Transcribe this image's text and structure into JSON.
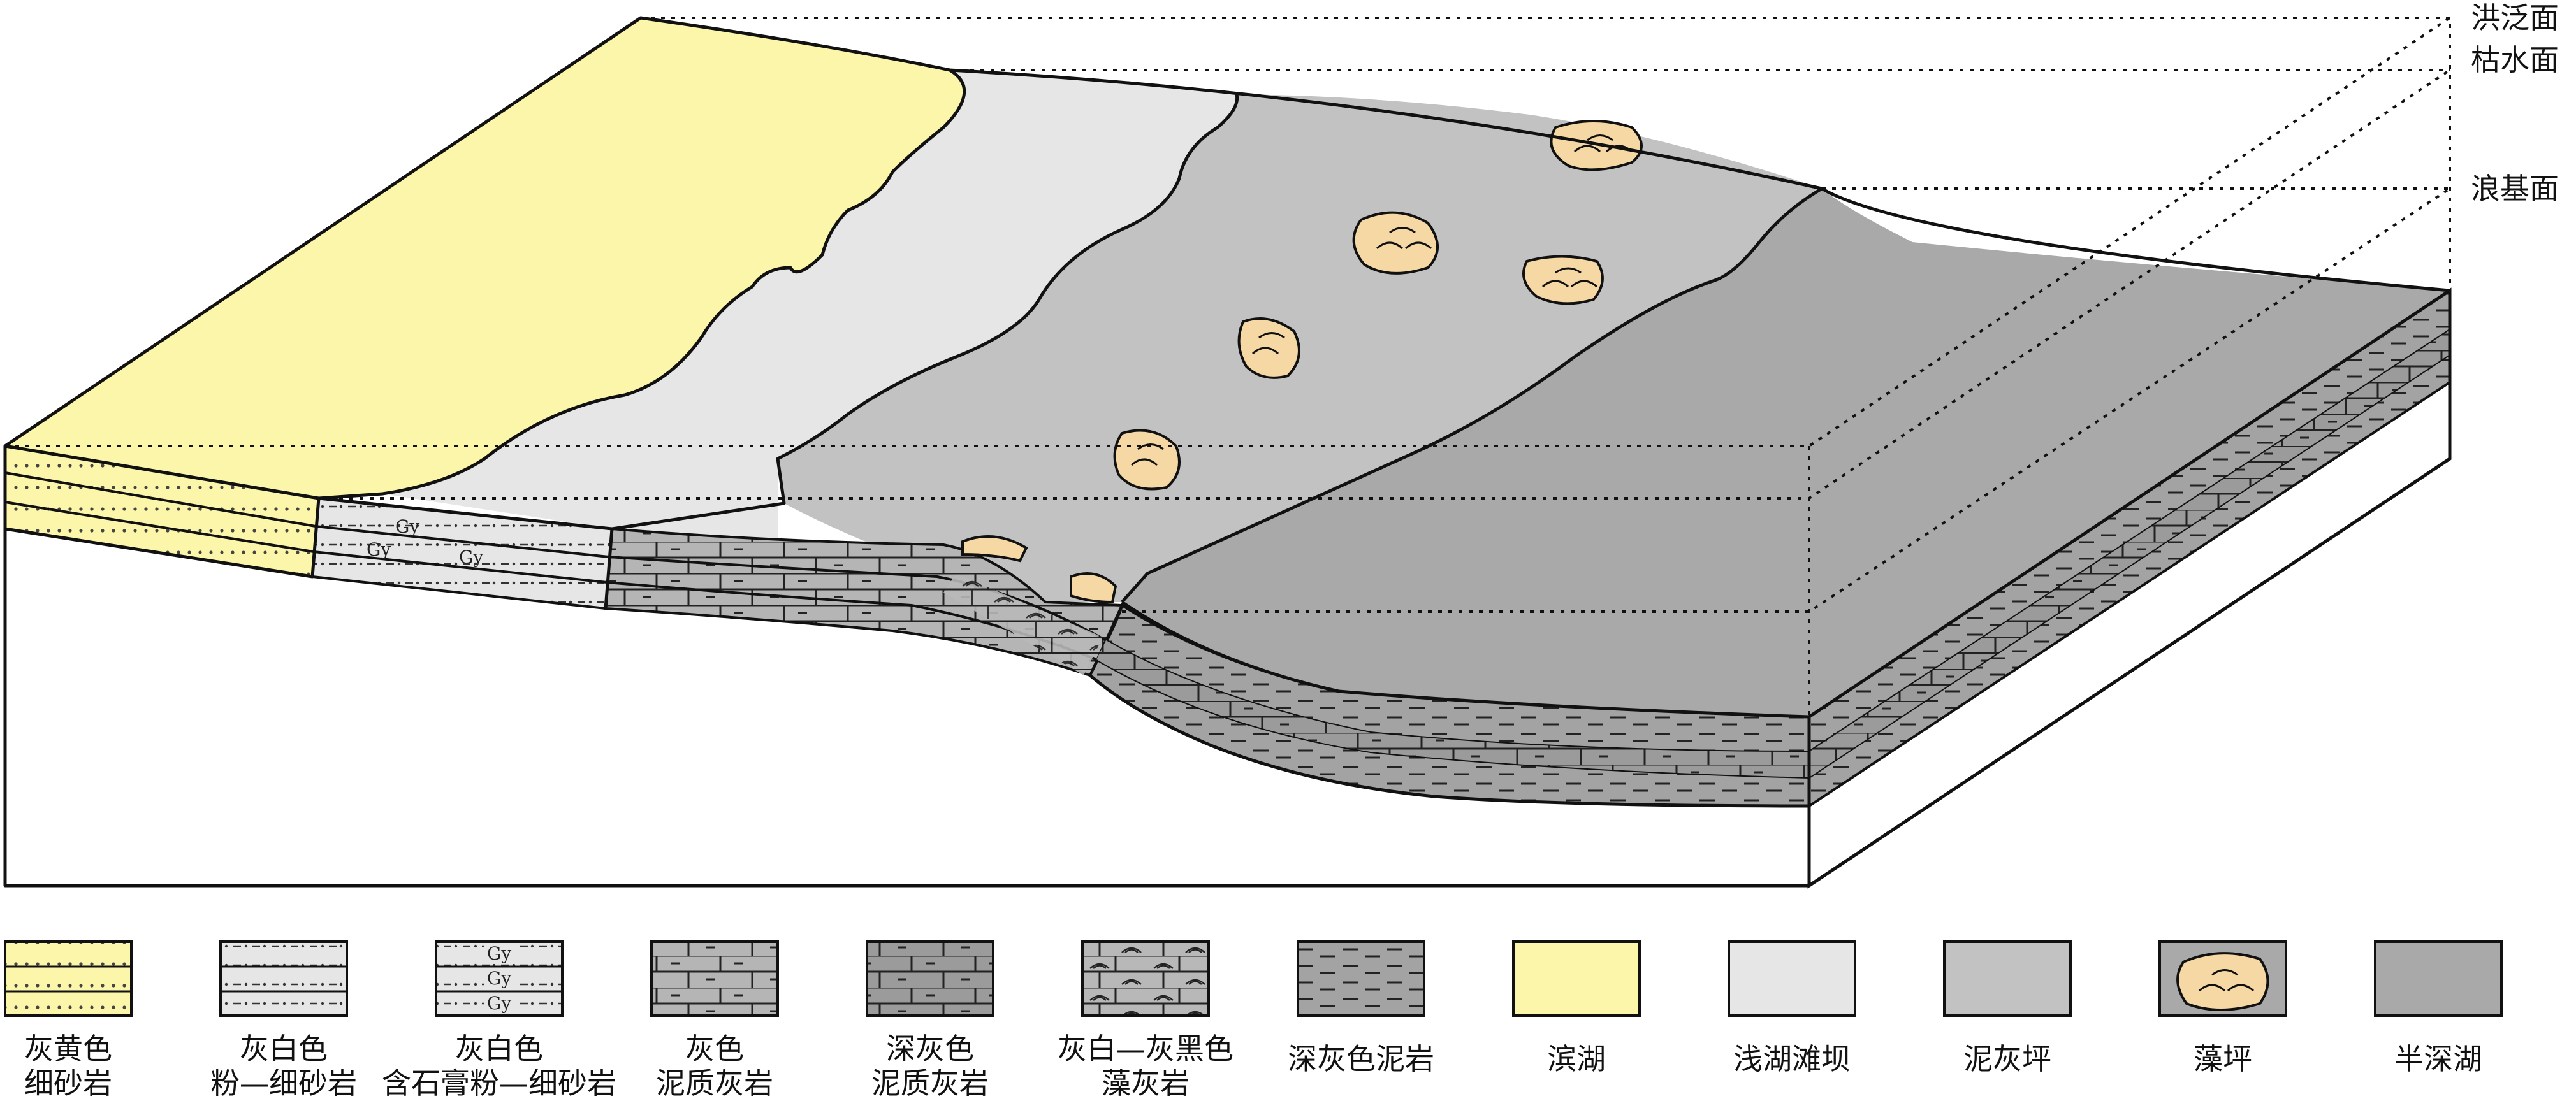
{
  "surfaces": {
    "flood": "洪泛面",
    "dry": "枯水面",
    "wave_base": "浪基面"
  },
  "block_labels": {
    "gy": "Gy"
  },
  "colors": {
    "yellow": "#fbf6a9",
    "light_gray": "#e6e6e6",
    "mid_gray": "#c2c2c2",
    "dark_gray": "#a9a9a9",
    "algal": "#f6d8a4"
  },
  "legend": [
    {
      "icon": "yellow-fine-sandstone-swatch",
      "line1": "灰黄色",
      "line2": "细砂岩"
    },
    {
      "icon": "siltstone-swatch",
      "line1": "灰白色",
      "line2": "粉—细砂岩"
    },
    {
      "icon": "gypsum-siltstone-swatch",
      "line1": "灰白色",
      "line2": "含石膏粉—细砂岩"
    },
    {
      "icon": "gray-marly-limestone-swatch",
      "line1": "灰色",
      "line2": "泥质灰岩"
    },
    {
      "icon": "dark-gray-marly-limestone-swatch",
      "line1": "深灰色",
      "line2": "泥质灰岩"
    },
    {
      "icon": "algal-limestone-swatch",
      "line1": "灰白—灰黑色",
      "line2": "藻灰岩"
    },
    {
      "icon": "dark-mudstone-swatch",
      "line1": "深灰色泥岩",
      "line2": ""
    },
    {
      "icon": "shore-lake-swatch",
      "line1": "滨湖",
      "line2": ""
    },
    {
      "icon": "shallow-beach-bar-swatch",
      "line1": "浅湖滩坝",
      "line2": ""
    },
    {
      "icon": "marl-flat-swatch",
      "line1": "泥灰坪",
      "line2": ""
    },
    {
      "icon": "algal-flat-swatch",
      "line1": "藻坪",
      "line2": ""
    },
    {
      "icon": "semi-deep-lake-swatch",
      "line1": "半深湖",
      "line2": ""
    }
  ]
}
